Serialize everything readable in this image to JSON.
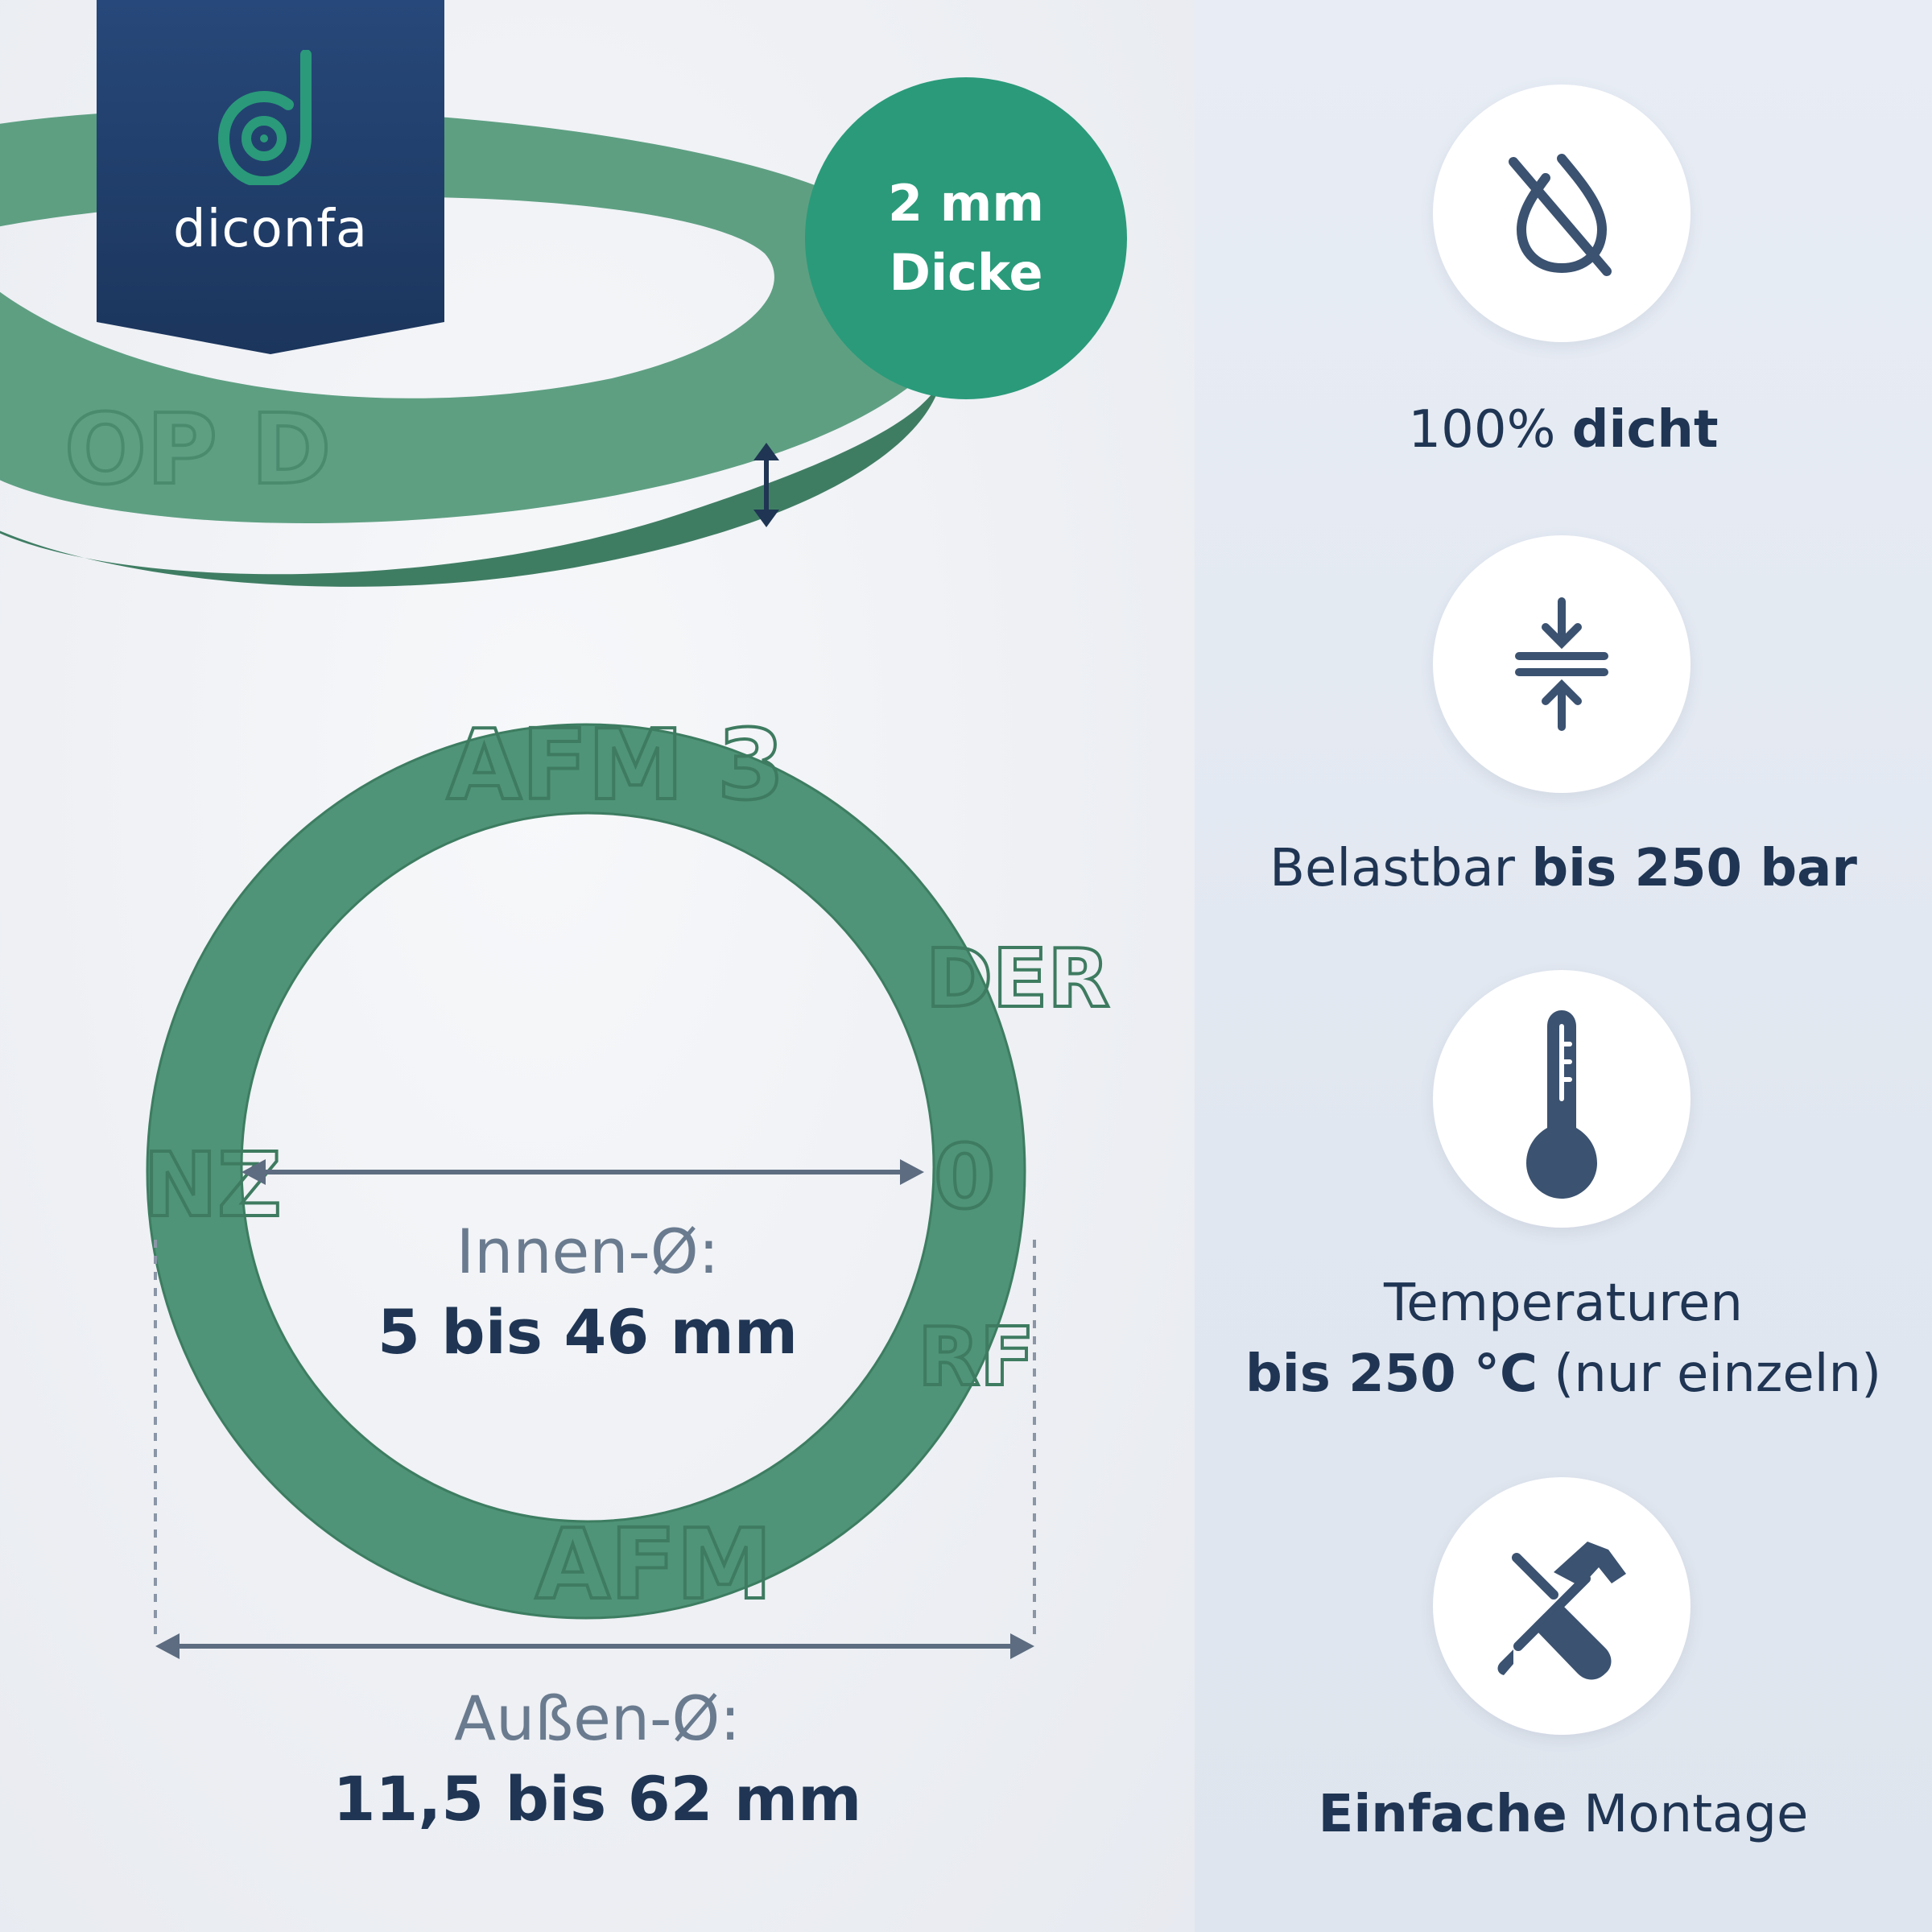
{
  "brand": {
    "name": "diconfa"
  },
  "badge": {
    "line1": "2 mm",
    "line2": "Dicke"
  },
  "inner_diameter": {
    "label": "Innen-Ø:",
    "value": "5 bis 46 mm"
  },
  "outer_diameter": {
    "label": "Außen-Ø:",
    "value": "11,5 bis 62 mm"
  },
  "ring_imprint": {
    "top": "AFM 3",
    "left": "NZ",
    "right_upper": "DER",
    "right_middle": "0",
    "right_lower": "RF",
    "bottom": "AFM"
  },
  "features": [
    {
      "icon": "no-drop-icon",
      "text_regular": "100%",
      "text_bold": "dicht"
    },
    {
      "icon": "compression-icon",
      "text_regular": "Belastbar",
      "text_bold": "bis 250 bar"
    },
    {
      "icon": "thermometer-icon",
      "line1": "Temperaturen",
      "line2_bold": "bis 250 °C",
      "line2_regular": "(nur einzeln)"
    },
    {
      "icon": "tools-icon",
      "text_bold": "Einfache",
      "text_regular": "Montage"
    }
  ],
  "colors": {
    "navy": "#1f3553",
    "brand_green": "#2a9a7a",
    "gasket_green": "#4f9478",
    "banner": "#1b355c",
    "muted_label": "#6a7b8f"
  }
}
